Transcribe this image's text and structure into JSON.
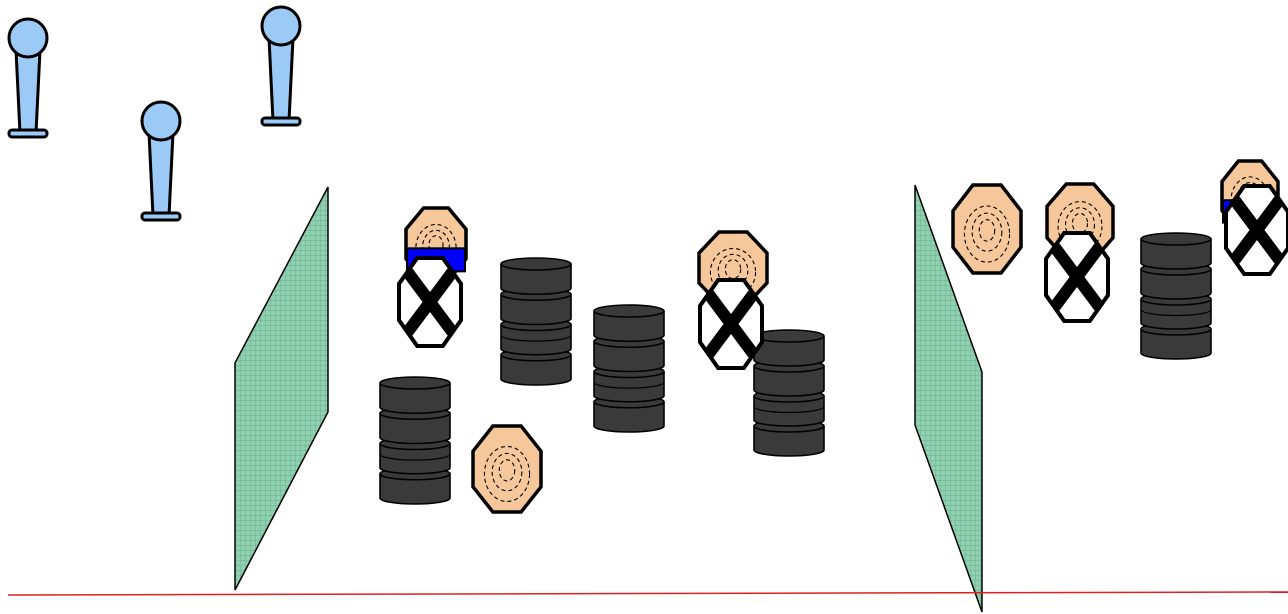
{
  "colors": {
    "background": "#ffffff",
    "microphone_fill": "#9ccaf6",
    "panel_fill": "#8fd0b0",
    "panel_grid": "#5fa383",
    "head_fill": "#f6c79b",
    "band_blue": "#0000ff",
    "tire_fill": "#3a3a3a",
    "floor_line": "#e02020",
    "outline": "#000000"
  },
  "scene": {
    "microphones": [
      {
        "name": "microphone-stand-1",
        "icon": "microphone-icon"
      },
      {
        "name": "microphone-stand-2",
        "icon": "microphone-icon"
      },
      {
        "name": "microphone-stand-3",
        "icon": "microphone-icon"
      }
    ],
    "panels": [
      {
        "name": "left-barrier-panel",
        "icon": "mesh-panel-icon"
      },
      {
        "name": "right-barrier-panel",
        "icon": "mesh-panel-icon"
      }
    ],
    "tire_stacks": [
      {
        "name": "tire-stack-1",
        "icon": "tire-stack-icon"
      },
      {
        "name": "tire-stack-2",
        "icon": "tire-stack-icon"
      },
      {
        "name": "tire-stack-3",
        "icon": "tire-stack-icon"
      },
      {
        "name": "tire-stack-4",
        "icon": "tire-stack-icon"
      },
      {
        "name": "tire-stack-5",
        "icon": "tire-stack-icon"
      }
    ],
    "targets": [
      {
        "name": "target-figure-1",
        "icon": "target-head-icon",
        "band": true,
        "x_marker": true
      },
      {
        "name": "target-figure-2",
        "icon": "target-head-icon",
        "band": false,
        "x_marker": true
      },
      {
        "name": "target-figure-3",
        "icon": "target-head-icon",
        "band": false,
        "x_marker": false
      },
      {
        "name": "target-figure-4",
        "icon": "target-head-icon",
        "band": false,
        "x_marker": false
      },
      {
        "name": "target-figure-5",
        "icon": "target-head-icon",
        "band": false,
        "x_marker": true
      },
      {
        "name": "target-figure-6",
        "icon": "target-head-icon",
        "band": true,
        "x_marker": true
      }
    ],
    "floor": {
      "name": "floor-line",
      "icon": "line-icon"
    }
  }
}
